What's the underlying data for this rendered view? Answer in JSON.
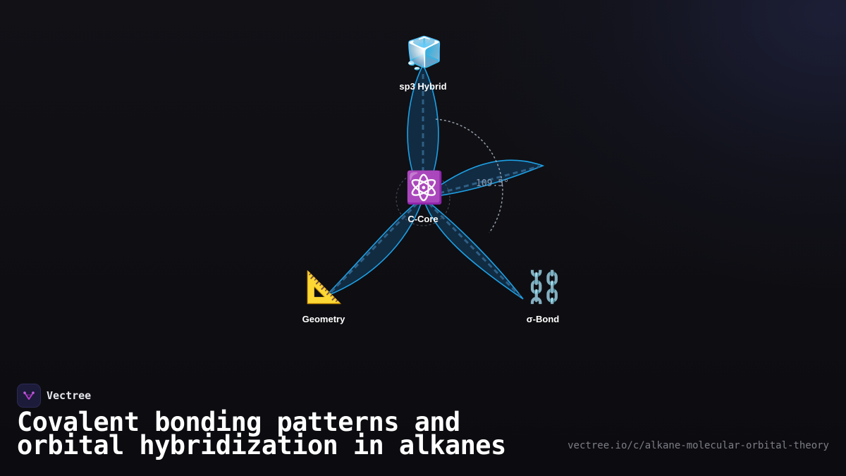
{
  "diagram": {
    "nodes": [
      {
        "id": "sp3",
        "label": "sp3 Hybrid",
        "icon": "ice-cube-icon",
        "glyph": "🧊"
      },
      {
        "id": "core",
        "label": "C-Core",
        "icon": "atom-icon",
        "glyph": "⚛️"
      },
      {
        "id": "geometry",
        "label": "Geometry",
        "icon": "triangular-ruler-icon",
        "glyph": "📐"
      },
      {
        "id": "sigma",
        "label": "σ-Bond",
        "icon": "chains-icon",
        "glyph": "⛓️"
      }
    ],
    "angle_label": "109.5°",
    "colors": {
      "lobe_stroke": "#1da1e6",
      "lobe_fill": "#12304a",
      "dashed_axis": "#2f5f86",
      "arc": "#9aa4b2"
    }
  },
  "brand": {
    "name": "Vectree",
    "logo_icon": "vectree-logo-icon",
    "accent": "#b13cc8"
  },
  "headline": "Covalent bonding patterns and orbital hybridization in alkanes",
  "url": "vectree.io/c/alkane-molecular-orbital-theory"
}
